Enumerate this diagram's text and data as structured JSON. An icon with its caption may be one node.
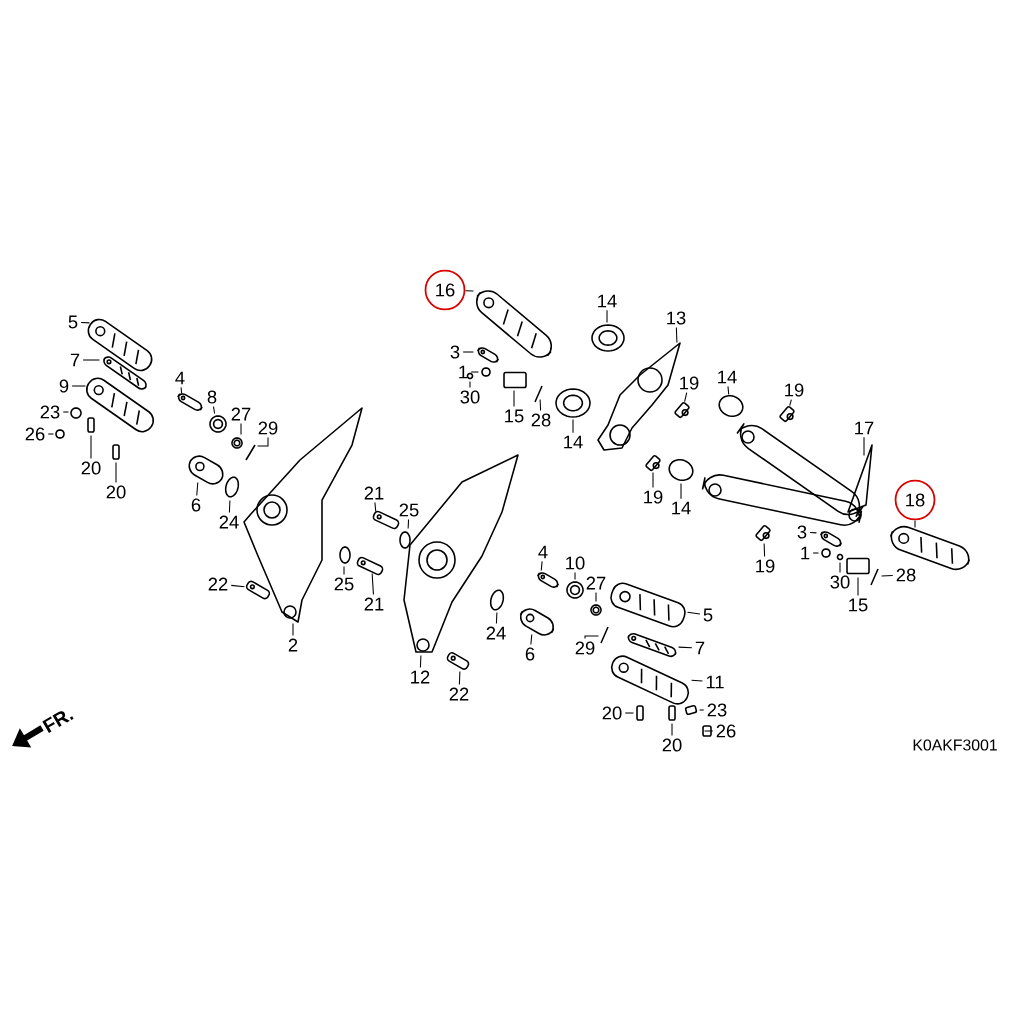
{
  "diagram": {
    "nodes": [
      {
        "text": [
          "5"
        ]
      },
      {
        "text": [
          "7"
        ]
      },
      {
        "text": [
          "9"
        ]
      },
      {
        "text": [
          "23"
        ]
      },
      {
        "text": [
          "26"
        ]
      },
      {
        "text": [
          "20"
        ]
      },
      {
        "text": [
          "20"
        ]
      },
      {
        "text": [
          "4"
        ]
      },
      {
        "text": [
          "8"
        ]
      },
      {
        "text": [
          "27"
        ]
      },
      {
        "text": [
          "29"
        ]
      },
      {
        "text": [
          "6"
        ]
      },
      {
        "text": [
          "24"
        ]
      },
      {
        "text": [
          "2"
        ]
      },
      {
        "text": [
          "22"
        ]
      },
      {
        "text": [
          "21"
        ]
      },
      {
        "text": [
          "25"
        ]
      },
      {
        "text": [
          "25"
        ]
      },
      {
        "text": [
          "21"
        ]
      },
      {
        "text": [
          "16"
        ]
      },
      {
        "text": [
          "3"
        ]
      },
      {
        "text": [
          "1"
        ]
      },
      {
        "text": [
          "30"
        ]
      },
      {
        "text": [
          "15"
        ]
      },
      {
        "text": [
          "28"
        ]
      },
      {
        "text": [
          "14"
        ]
      },
      {
        "text": [
          "14"
        ]
      },
      {
        "text": [
          "13"
        ]
      },
      {
        "text": [
          "19"
        ]
      },
      {
        "text": [
          "14"
        ]
      },
      {
        "text": [
          "19"
        ]
      },
      {
        "text": [
          "17"
        ]
      },
      {
        "text": [
          "19"
        ]
      },
      {
        "text": [
          "14"
        ]
      },
      {
        "text": [
          "18"
        ]
      },
      {
        "text": [
          "3"
        ]
      },
      {
        "text": [
          "1"
        ]
      },
      {
        "text": [
          "30"
        ]
      },
      {
        "text": [
          "15"
        ]
      },
      {
        "text": [
          "28"
        ]
      },
      {
        "text": [
          "19"
        ]
      },
      {
        "text": [
          "4"
        ]
      },
      {
        "text": [
          "10"
        ]
      },
      {
        "text": [
          "27"
        ]
      },
      {
        "text": [
          "29"
        ]
      },
      {
        "text": [
          "24"
        ]
      },
      {
        "text": [
          "6"
        ]
      },
      {
        "text": [
          "12"
        ]
      },
      {
        "text": [
          "22"
        ]
      },
      {
        "text": [
          "5"
        ]
      },
      {
        "text": [
          "7"
        ]
      },
      {
        "text": [
          "11"
        ]
      },
      {
        "text": [
          "20"
        ]
      },
      {
        "text": [
          "20"
        ]
      },
      {
        "text": [
          "23"
        ]
      },
      {
        "text": [
          "26"
        ]
      },
      {
        "text": [],
        "shape": "picture"
      },
      {
        "text": [],
        "shape": "picture"
      },
      {
        "text": [],
        "shape": "picture"
      },
      {
        "text": [],
        "shape": "circle"
      },
      {
        "text": [],
        "shape": "circle"
      },
      {
        "text": [],
        "shape": "box"
      },
      {
        "text": [],
        "shape": "box"
      },
      {
        "text": [],
        "shape": "picture"
      },
      {
        "text": [],
        "shape": "picture"
      },
      {
        "text": [],
        "shape": "picture"
      },
      {
        "text": [],
        "shape": "picture"
      },
      {
        "text": [],
        "shape": "picture"
      },
      {
        "text": [],
        "shape": "circle"
      },
      {
        "text": [],
        "shape": "picture"
      },
      {
        "text": [],
        "shape": "picture"
      },
      {
        "text": [],
        "shape": "picture"
      },
      {
        "text": [],
        "shape": "circle"
      },
      {
        "text": [],
        "shape": "circle"
      },
      {
        "text": [],
        "shape": "picture"
      },
      {
        "text": [],
        "shape": "picture"
      },
      {
        "text": [],
        "shape": "picture"
      },
      {
        "text": [],
        "shape": "circle"
      },
      {
        "text": [],
        "shape": "circle"
      },
      {
        "text": [],
        "shape": "box"
      },
      {
        "text": [],
        "shape": "picture"
      },
      {
        "text": [],
        "shape": "picture"
      },
      {
        "text": [],
        "shape": "picture"
      },
      {
        "text": [],
        "shape": "picture"
      },
      {
        "text": [],
        "shape": "picture"
      },
      {
        "text": [],
        "shape": "circle"
      },
      {
        "text": [],
        "shape": "picture"
      },
      {
        "text": [],
        "shape": "picture"
      },
      {
        "text": [],
        "shape": "picture"
      },
      {
        "text": [],
        "shape": "circle"
      },
      {
        "text": [],
        "shape": "picture"
      },
      {
        "text": [],
        "shape": "picture"
      },
      {
        "text": [],
        "shape": "circle"
      },
      {
        "text": [],
        "shape": "circle"
      },
      {
        "text": [],
        "shape": "box"
      },
      {
        "text": [],
        "shape": "picture"
      },
      {
        "text": [],
        "shape": "picture"
      },
      {
        "text": [],
        "shape": "picture"
      },
      {
        "text": [],
        "shape": "picture"
      },
      {
        "text": [],
        "shape": "picture"
      },
      {
        "text": [],
        "shape": "picture"
      },
      {
        "text": [],
        "shape": "circle"
      },
      {
        "text": [],
        "shape": "picture"
      },
      {
        "text": [],
        "shape": "picture"
      },
      {
        "text": [],
        "shape": "picture"
      },
      {
        "text": [],
        "shape": "picture"
      },
      {
        "text": [],
        "shape": "picture"
      },
      {
        "text": [],
        "shape": "picture"
      },
      {
        "text": [],
        "shape": "box"
      },
      {
        "text": [],
        "shape": "box"
      },
      {
        "text": [],
        "shape": "box"
      },
      {
        "text": [],
        "shape": "box"
      }
    ],
    "edges": [
      {
        "from": 0,
        "to": 56,
        "arrow": "none"
      },
      {
        "from": 1,
        "to": 57,
        "arrow": "none"
      },
      {
        "from": 2,
        "to": 58,
        "arrow": "none"
      },
      {
        "from": 3,
        "to": 59,
        "arrow": "none"
      },
      {
        "from": 4,
        "to": 60,
        "arrow": "none"
      },
      {
        "from": 5,
        "to": 61,
        "arrow": "none"
      },
      {
        "from": 6,
        "to": 62,
        "arrow": "none"
      },
      {
        "from": 7,
        "to": 63,
        "arrow": "none"
      },
      {
        "from": 8,
        "to": 64,
        "arrow": "none"
      },
      {
        "from": 9,
        "to": 65,
        "arrow": "none"
      },
      {
        "from": 10,
        "to": 66,
        "arrow": "none"
      },
      {
        "from": 11,
        "to": 67,
        "arrow": "none"
      },
      {
        "from": 12,
        "to": 68,
        "arrow": "none"
      },
      {
        "from": 13,
        "to": 69,
        "arrow": "none"
      },
      {
        "from": 14,
        "to": 70,
        "arrow": "none"
      },
      {
        "from": 15,
        "to": 71,
        "arrow": "none"
      },
      {
        "from": 16,
        "to": 72,
        "arrow": "none"
      },
      {
        "from": 17,
        "to": 73,
        "arrow": "none"
      },
      {
        "from": 18,
        "to": 74,
        "arrow": "none"
      },
      {
        "from": 19,
        "to": 75,
        "arrow": "none"
      },
      {
        "from": 20,
        "to": 76,
        "arrow": "none"
      },
      {
        "from": 21,
        "to": 77,
        "arrow": "none"
      },
      {
        "from": 22,
        "to": 78,
        "arrow": "none"
      },
      {
        "from": 23,
        "to": 79,
        "arrow": "none"
      },
      {
        "from": 24,
        "to": 80,
        "arrow": "none"
      },
      {
        "from": 25,
        "to": 81,
        "arrow": "none"
      },
      {
        "from": 26,
        "to": 82,
        "arrow": "none"
      },
      {
        "from": 27,
        "to": 83,
        "arrow": "none"
      },
      {
        "from": 28,
        "to": 84,
        "arrow": "none"
      },
      {
        "from": 29,
        "to": 85,
        "arrow": "none"
      },
      {
        "from": 30,
        "to": 86,
        "arrow": "none"
      },
      {
        "from": 31,
        "to": 87,
        "arrow": "none"
      },
      {
        "from": 32,
        "to": 88,
        "arrow": "none"
      },
      {
        "from": 33,
        "to": 89,
        "arrow": "none"
      },
      {
        "from": 34,
        "to": 90,
        "arrow": "none"
      },
      {
        "from": 35,
        "to": 91,
        "arrow": "none"
      },
      {
        "from": 36,
        "to": 92,
        "arrow": "none"
      },
      {
        "from": 37,
        "to": 93,
        "arrow": "none"
      },
      {
        "from": 38,
        "to": 94,
        "arrow": "none"
      },
      {
        "from": 39,
        "to": 95,
        "arrow": "none"
      },
      {
        "from": 40,
        "to": 96,
        "arrow": "none"
      },
      {
        "from": 41,
        "to": 97,
        "arrow": "none"
      },
      {
        "from": 42,
        "to": 98,
        "arrow": "none"
      },
      {
        "from": 43,
        "to": 99,
        "arrow": "none"
      },
      {
        "from": 44,
        "to": 100,
        "arrow": "none"
      },
      {
        "from": 45,
        "to": 101,
        "arrow": "none"
      },
      {
        "from": 46,
        "to": 102,
        "arrow": "none"
      },
      {
        "from": 47,
        "to": 103,
        "arrow": "none"
      },
      {
        "from": 48,
        "to": 104,
        "arrow": "none"
      },
      {
        "from": 49,
        "to": 105,
        "arrow": "none"
      },
      {
        "from": 50,
        "to": 106,
        "arrow": "none"
      },
      {
        "from": 51,
        "to": 107,
        "arrow": "none"
      },
      {
        "from": 52,
        "to": 108,
        "arrow": "none"
      },
      {
        "from": 53,
        "to": 109,
        "arrow": "none"
      },
      {
        "from": 54,
        "to": 110,
        "arrow": "none"
      },
      {
        "from": 55,
        "to": 111,
        "arrow": "none"
      }
    ],
    "labels": [
      "FR.",
      "K0AKF3001"
    ]
  }
}
